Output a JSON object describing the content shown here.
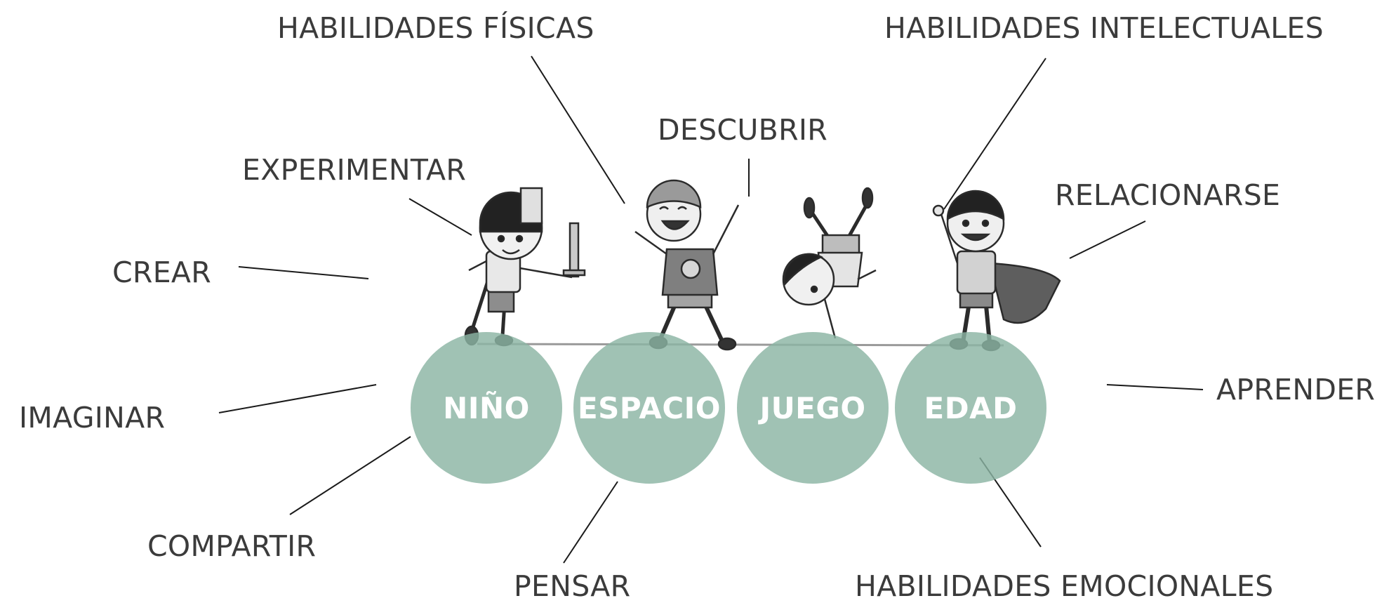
{
  "circles": [
    {
      "label": "NIÑO"
    },
    {
      "label": "ESPACIO"
    },
    {
      "label": "JUEGO"
    },
    {
      "label": "EDAD"
    }
  ],
  "labels": {
    "habilidades_fisicas": "HABILIDADES FÍSICAS",
    "habilidades_intelectuales": "HABILIDADES INTELECTUALES",
    "descubrir": "DESCUBRIR",
    "experimentar": "EXPERIMENTAR",
    "relacionarse": "RELACIONARSE",
    "crear": "CREAR",
    "imaginar": "IMAGINAR",
    "aprender": "APRENDER",
    "compartir": "COMPARTIR",
    "pensar": "PENSAR",
    "habilidades_emocionales": "HABILIDADES EMOCIONALES"
  },
  "colors": {
    "circle_fill": "#8bb5a4",
    "label_text": "#3b3b3b",
    "connector": "#1a1a1a"
  },
  "illustration": {
    "icons": [
      "child-knight-icon",
      "child-cheering-icon",
      "child-cartwheel-icon",
      "child-superhero-icon"
    ]
  }
}
